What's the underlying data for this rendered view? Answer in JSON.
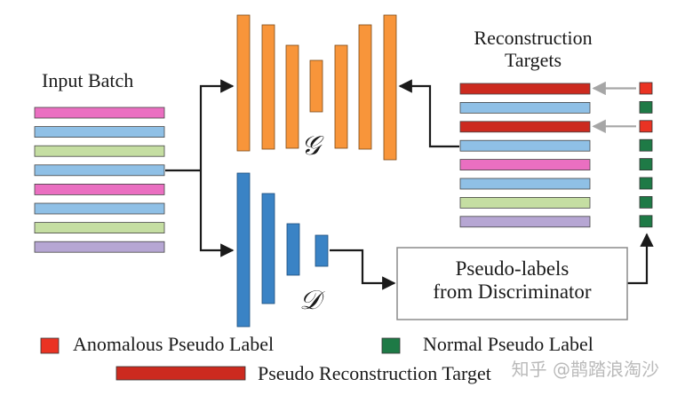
{
  "labels": {
    "input_batch": "Input Batch",
    "recon_targets_line1": "Reconstruction",
    "recon_targets_line2": "Targets",
    "generator": "𝒢",
    "discriminator": "𝒟",
    "pseudo_box_line1": "Pseudo-labels",
    "pseudo_box_line2": "from Discriminator"
  },
  "legend": {
    "anomalous": "Anomalous Pseudo Label",
    "normal": "Normal Pseudo Label",
    "recon_target": "Pseudo Reconstruction Target"
  },
  "watermark": "知乎 @鹊踏浪淘沙",
  "colors": {
    "pink": "#ea6fc1",
    "blue": "#8fc0e6",
    "green": "#c5dea2",
    "purple": "#b6a6d3",
    "red": "#cc2a1f",
    "orange": "#f8953a",
    "disc_blue": "#3a83c5",
    "anomalous_square": "#ea3323",
    "normal_square": "#1e7a46",
    "arrow": "#1a1a1a",
    "gray_arrow": "#a6a6a6"
  },
  "input_batch_rows": [
    "pink",
    "blue",
    "green",
    "blue",
    "pink",
    "blue",
    "green",
    "purple"
  ],
  "target_rows": [
    "red",
    "blue",
    "red",
    "blue",
    "pink",
    "blue",
    "green",
    "purple"
  ],
  "pseudo_labels": [
    "anomalous",
    "normal",
    "anomalous",
    "normal",
    "normal",
    "normal",
    "normal",
    "normal"
  ]
}
